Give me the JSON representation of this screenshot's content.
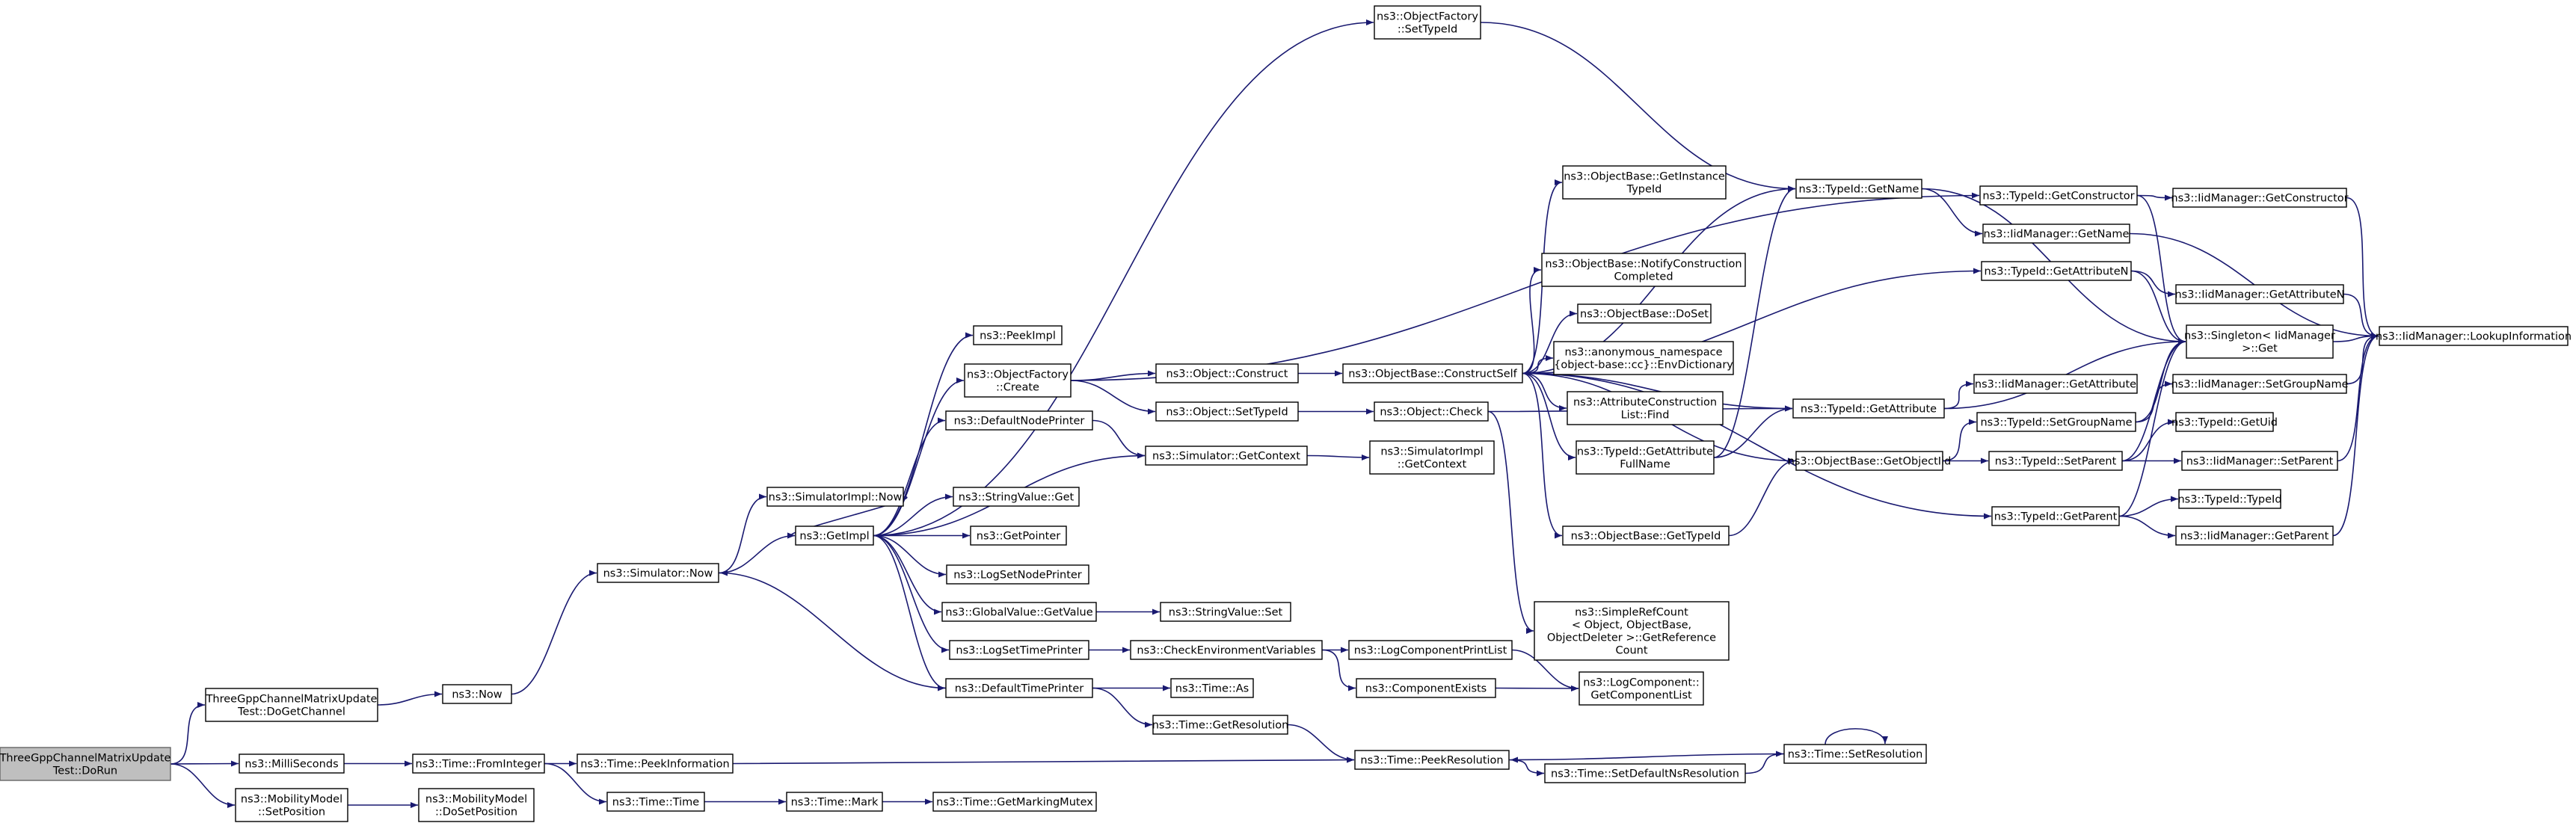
{
  "diagram": {
    "type": "call-graph",
    "nodes": [
      {
        "id": "root",
        "lines": [
          "ThreeGppChannelMatrixUpdate",
          "Test::DoRun"
        ],
        "root": true
      },
      {
        "id": "doGetChannel",
        "lines": [
          "ThreeGppChannelMatrixUpdate",
          "Test::DoGetChannel"
        ]
      },
      {
        "id": "milliSeconds",
        "lines": [
          "ns3::MilliSeconds"
        ]
      },
      {
        "id": "setPosition",
        "lines": [
          "ns3::MobilityModel",
          "::SetPosition"
        ]
      },
      {
        "id": "now",
        "lines": [
          "ns3::Now"
        ]
      },
      {
        "id": "fromInteger",
        "lines": [
          "ns3::Time::FromInteger"
        ]
      },
      {
        "id": "doSetPosition",
        "lines": [
          "ns3::MobilityModel",
          "::DoSetPosition"
        ]
      },
      {
        "id": "simNow",
        "lines": [
          "ns3::Simulator::Now"
        ]
      },
      {
        "id": "peekInformation",
        "lines": [
          "ns3::Time::PeekInformation"
        ]
      },
      {
        "id": "timeTime",
        "lines": [
          "ns3::Time::Time"
        ]
      },
      {
        "id": "simImplNow",
        "lines": [
          "ns3::SimulatorImpl::Now"
        ]
      },
      {
        "id": "getImpl",
        "lines": [
          "ns3::GetImpl"
        ]
      },
      {
        "id": "timeMark",
        "lines": [
          "ns3::Time::Mark"
        ]
      },
      {
        "id": "peekImpl",
        "lines": [
          "ns3::PeekImpl"
        ]
      },
      {
        "id": "ofCreate",
        "lines": [
          "ns3::ObjectFactory",
          "::Create"
        ]
      },
      {
        "id": "defaultNodePrinter",
        "lines": [
          "ns3::DefaultNodePrinter"
        ]
      },
      {
        "id": "stringValueGet",
        "lines": [
          "ns3::StringValue::Get"
        ]
      },
      {
        "id": "getPointer",
        "lines": [
          "ns3::GetPointer"
        ]
      },
      {
        "id": "logSetNodePrinter",
        "lines": [
          "ns3::LogSetNodePrinter"
        ]
      },
      {
        "id": "globalValueGetValue",
        "lines": [
          "ns3::GlobalValue::GetValue"
        ]
      },
      {
        "id": "logSetTimePrinter",
        "lines": [
          "ns3::LogSetTimePrinter"
        ]
      },
      {
        "id": "defaultTimePrinter",
        "lines": [
          "ns3::DefaultTimePrinter"
        ]
      },
      {
        "id": "getMarkingMutex",
        "lines": [
          "ns3::Time::GetMarkingMutex"
        ]
      },
      {
        "id": "ofSetTypeId",
        "lines": [
          "ns3::ObjectFactory",
          "::SetTypeId"
        ]
      },
      {
        "id": "objectConstruct",
        "lines": [
          "ns3::Object::Construct"
        ]
      },
      {
        "id": "objectSetTypeId",
        "lines": [
          "ns3::Object::SetTypeId"
        ]
      },
      {
        "id": "simGetContext",
        "lines": [
          "ns3::Simulator::GetContext"
        ]
      },
      {
        "id": "stringValueSet",
        "lines": [
          "ns3::StringValue::Set"
        ]
      },
      {
        "id": "checkEnvVars",
        "lines": [
          "ns3::CheckEnvironmentVariables"
        ]
      },
      {
        "id": "timeAs",
        "lines": [
          "ns3::Time::As"
        ]
      },
      {
        "id": "getResolution",
        "lines": [
          "ns3::Time::GetResolution"
        ]
      },
      {
        "id": "constructSelf",
        "lines": [
          "ns3::ObjectBase::ConstructSelf"
        ]
      },
      {
        "id": "objectCheck",
        "lines": [
          "ns3::Object::Check"
        ]
      },
      {
        "id": "simImplGetContext",
        "lines": [
          "ns3::SimulatorImpl",
          "::GetContext"
        ]
      },
      {
        "id": "logComponentPrintList",
        "lines": [
          "ns3::LogComponentPrintList"
        ]
      },
      {
        "id": "componentExists",
        "lines": [
          "ns3::ComponentExists"
        ]
      },
      {
        "id": "peekResolution",
        "lines": [
          "ns3::Time::PeekResolution"
        ]
      },
      {
        "id": "getInstanceTypeId",
        "lines": [
          "ns3::ObjectBase::GetInstance",
          "TypeId"
        ]
      },
      {
        "id": "notifyConstruction",
        "lines": [
          "ns3::ObjectBase::NotifyConstruction",
          "Completed"
        ]
      },
      {
        "id": "doSet",
        "lines": [
          "ns3::ObjectBase::DoSet"
        ]
      },
      {
        "id": "envDictionary",
        "lines": [
          "ns3::anonymous_namespace",
          "{object-base::cc}::EnvDictionary"
        ]
      },
      {
        "id": "attrConstructionFind",
        "lines": [
          "ns3::AttributeConstruction",
          "List::Find"
        ]
      },
      {
        "id": "getAttributeFullName",
        "lines": [
          "ns3::TypeId::GetAttribute",
          "FullName"
        ]
      },
      {
        "id": "objectBaseGetTypeId",
        "lines": [
          "ns3::ObjectBase::GetTypeId"
        ]
      },
      {
        "id": "simpleRefCount",
        "lines": [
          "ns3::SimpleRefCount",
          "< Object, ObjectBase,",
          "ObjectDeleter >::GetReference",
          "Count"
        ]
      },
      {
        "id": "logComponentGetList",
        "lines": [
          "ns3::LogComponent::",
          "GetComponentList"
        ]
      },
      {
        "id": "setDefaultNsResolution",
        "lines": [
          "ns3::Time::SetDefaultNsResolution"
        ]
      },
      {
        "id": "typeIdGetName",
        "lines": [
          "ns3::TypeId::GetName"
        ]
      },
      {
        "id": "typeIdGetAttribute",
        "lines": [
          "ns3::TypeId::GetAttribute"
        ]
      },
      {
        "id": "getObjectIid",
        "lines": [
          "ns3::ObjectBase::GetObjectIid"
        ]
      },
      {
        "id": "setResolution",
        "lines": [
          "ns3::Time::SetResolution"
        ]
      },
      {
        "id": "typeIdGetConstructor",
        "lines": [
          "ns3::TypeId::GetConstructor"
        ]
      },
      {
        "id": "iidGetName",
        "lines": [
          "ns3::IidManager::GetName"
        ]
      },
      {
        "id": "typeIdGetAttributeN",
        "lines": [
          "ns3::TypeId::GetAttributeN"
        ]
      },
      {
        "id": "iidGetAttribute",
        "lines": [
          "ns3::IidManager::GetAttribute"
        ]
      },
      {
        "id": "typeIdSetGroupName",
        "lines": [
          "ns3::TypeId::SetGroupName"
        ]
      },
      {
        "id": "typeIdSetParent",
        "lines": [
          "ns3::TypeId::SetParent"
        ]
      },
      {
        "id": "typeIdGetParent",
        "lines": [
          "ns3::TypeId::GetParent"
        ]
      },
      {
        "id": "iidGetConstructor",
        "lines": [
          "ns3::IidManager::GetConstructor"
        ]
      },
      {
        "id": "iidGetAttributeN",
        "lines": [
          "ns3::IidManager::GetAttributeN"
        ]
      },
      {
        "id": "singletonGet",
        "lines": [
          "ns3::Singleton< IidManager",
          ">::Get"
        ]
      },
      {
        "id": "iidSetGroupName",
        "lines": [
          "ns3::IidManager::SetGroupName"
        ]
      },
      {
        "id": "typeIdGetUid",
        "lines": [
          "ns3::TypeId::GetUid"
        ]
      },
      {
        "id": "iidSetParent",
        "lines": [
          "ns3::IidManager::SetParent"
        ]
      },
      {
        "id": "typeIdTypeId",
        "lines": [
          "ns3::TypeId::TypeId"
        ]
      },
      {
        "id": "iidGetParent",
        "lines": [
          "ns3::IidManager::GetParent"
        ]
      },
      {
        "id": "lookupInformation",
        "lines": [
          "ns3::IidManager::LookupInformation"
        ]
      }
    ],
    "edges": [
      [
        "root",
        "doGetChannel"
      ],
      [
        "root",
        "milliSeconds"
      ],
      [
        "root",
        "setPosition"
      ],
      [
        "doGetChannel",
        "now"
      ],
      [
        "now",
        "simNow"
      ],
      [
        "milliSeconds",
        "fromInteger"
      ],
      [
        "fromInteger",
        "peekInformation"
      ],
      [
        "fromInteger",
        "timeTime"
      ],
      [
        "setPosition",
        "doSetPosition"
      ],
      [
        "simNow",
        "simImplNow"
      ],
      [
        "simNow",
        "getImpl"
      ],
      [
        "simImplNow",
        "getImpl"
      ],
      [
        "getImpl",
        "peekImpl"
      ],
      [
        "getImpl",
        "ofCreate"
      ],
      [
        "getImpl",
        "defaultNodePrinter"
      ],
      [
        "getImpl",
        "simGetContext"
      ],
      [
        "getImpl",
        "stringValueGet"
      ],
      [
        "getImpl",
        "getPointer"
      ],
      [
        "getImpl",
        "logSetNodePrinter"
      ],
      [
        "getImpl",
        "globalValueGetValue"
      ],
      [
        "getImpl",
        "logSetTimePrinter"
      ],
      [
        "getImpl",
        "defaultTimePrinter"
      ],
      [
        "getImpl",
        "ofSetTypeId"
      ],
      [
        "defaultTimePrinter",
        "simNow"
      ],
      [
        "defaultTimePrinter",
        "timeAs"
      ],
      [
        "defaultTimePrinter",
        "getResolution"
      ],
      [
        "timeTime",
        "timeMark"
      ],
      [
        "timeMark",
        "getMarkingMutex"
      ],
      [
        "peekInformation",
        "peekResolution"
      ],
      [
        "ofCreate",
        "objectConstruct"
      ],
      [
        "ofCreate",
        "objectSetTypeId"
      ],
      [
        "ofCreate",
        "typeIdGetConstructor"
      ],
      [
        "defaultNodePrinter",
        "simGetContext"
      ],
      [
        "simGetContext",
        "simImplGetContext"
      ],
      [
        "globalValueGetValue",
        "stringValueSet"
      ],
      [
        "logSetTimePrinter",
        "checkEnvVars"
      ],
      [
        "checkEnvVars",
        "logComponentPrintList"
      ],
      [
        "checkEnvVars",
        "componentExists"
      ],
      [
        "logComponentPrintList",
        "logComponentGetList"
      ],
      [
        "componentExists",
        "logComponentGetList"
      ],
      [
        "getResolution",
        "peekResolution"
      ],
      [
        "objectConstruct",
        "constructSelf"
      ],
      [
        "objectSetTypeId",
        "objectCheck"
      ],
      [
        "objectCheck",
        "simpleRefCount"
      ],
      [
        "objectCheck",
        "typeIdGetAttribute"
      ],
      [
        "ofSetTypeId",
        "typeIdGetName"
      ],
      [
        "constructSelf",
        "getInstanceTypeId"
      ],
      [
        "constructSelf",
        "notifyConstruction"
      ],
      [
        "constructSelf",
        "doSet"
      ],
      [
        "constructSelf",
        "envDictionary"
      ],
      [
        "constructSelf",
        "attrConstructionFind"
      ],
      [
        "constructSelf",
        "getAttributeFullName"
      ],
      [
        "constructSelf",
        "objectBaseGetTypeId"
      ],
      [
        "constructSelf",
        "typeIdGetName"
      ],
      [
        "constructSelf",
        "typeIdGetAttributeN"
      ],
      [
        "constructSelf",
        "typeIdGetAttribute"
      ],
      [
        "constructSelf",
        "getObjectIid"
      ],
      [
        "constructSelf",
        "typeIdGetParent"
      ],
      [
        "getAttributeFullName",
        "typeIdGetAttribute"
      ],
      [
        "getAttributeFullName",
        "typeIdGetName"
      ],
      [
        "objectBaseGetTypeId",
        "getObjectIid"
      ],
      [
        "peekResolution",
        "setDefaultNsResolution"
      ],
      [
        "setDefaultNsResolution",
        "setResolution"
      ],
      [
        "setResolution",
        "peekResolution"
      ],
      [
        "setResolution",
        "setResolution"
      ],
      [
        "typeIdGetName",
        "iidGetName"
      ],
      [
        "typeIdGetName",
        "singletonGet"
      ],
      [
        "typeIdGetAttribute",
        "iidGetAttribute"
      ],
      [
        "typeIdGetAttribute",
        "singletonGet"
      ],
      [
        "getObjectIid",
        "typeIdSetGroupName"
      ],
      [
        "getObjectIid",
        "typeIdSetParent"
      ],
      [
        "typeIdGetConstructor",
        "iidGetConstructor"
      ],
      [
        "typeIdGetConstructor",
        "singletonGet"
      ],
      [
        "typeIdGetAttributeN",
        "iidGetAttributeN"
      ],
      [
        "typeIdGetAttributeN",
        "singletonGet"
      ],
      [
        "typeIdSetGroupName",
        "iidSetGroupName"
      ],
      [
        "typeIdSetGroupName",
        "singletonGet"
      ],
      [
        "typeIdSetParent",
        "typeIdGetUid"
      ],
      [
        "typeIdSetParent",
        "iidSetParent"
      ],
      [
        "typeIdSetParent",
        "singletonGet"
      ],
      [
        "typeIdGetParent",
        "typeIdTypeId"
      ],
      [
        "typeIdGetParent",
        "iidGetParent"
      ],
      [
        "typeIdGetParent",
        "singletonGet"
      ],
      [
        "iidGetName",
        "lookupInformation"
      ],
      [
        "iidGetConstructor",
        "lookupInformation"
      ],
      [
        "iidGetAttributeN",
        "lookupInformation"
      ],
      [
        "iidSetGroupName",
        "lookupInformation"
      ],
      [
        "iidSetParent",
        "lookupInformation"
      ],
      [
        "iidGetParent",
        "lookupInformation"
      ],
      [
        "singletonGet",
        "lookupInformation"
      ]
    ]
  }
}
